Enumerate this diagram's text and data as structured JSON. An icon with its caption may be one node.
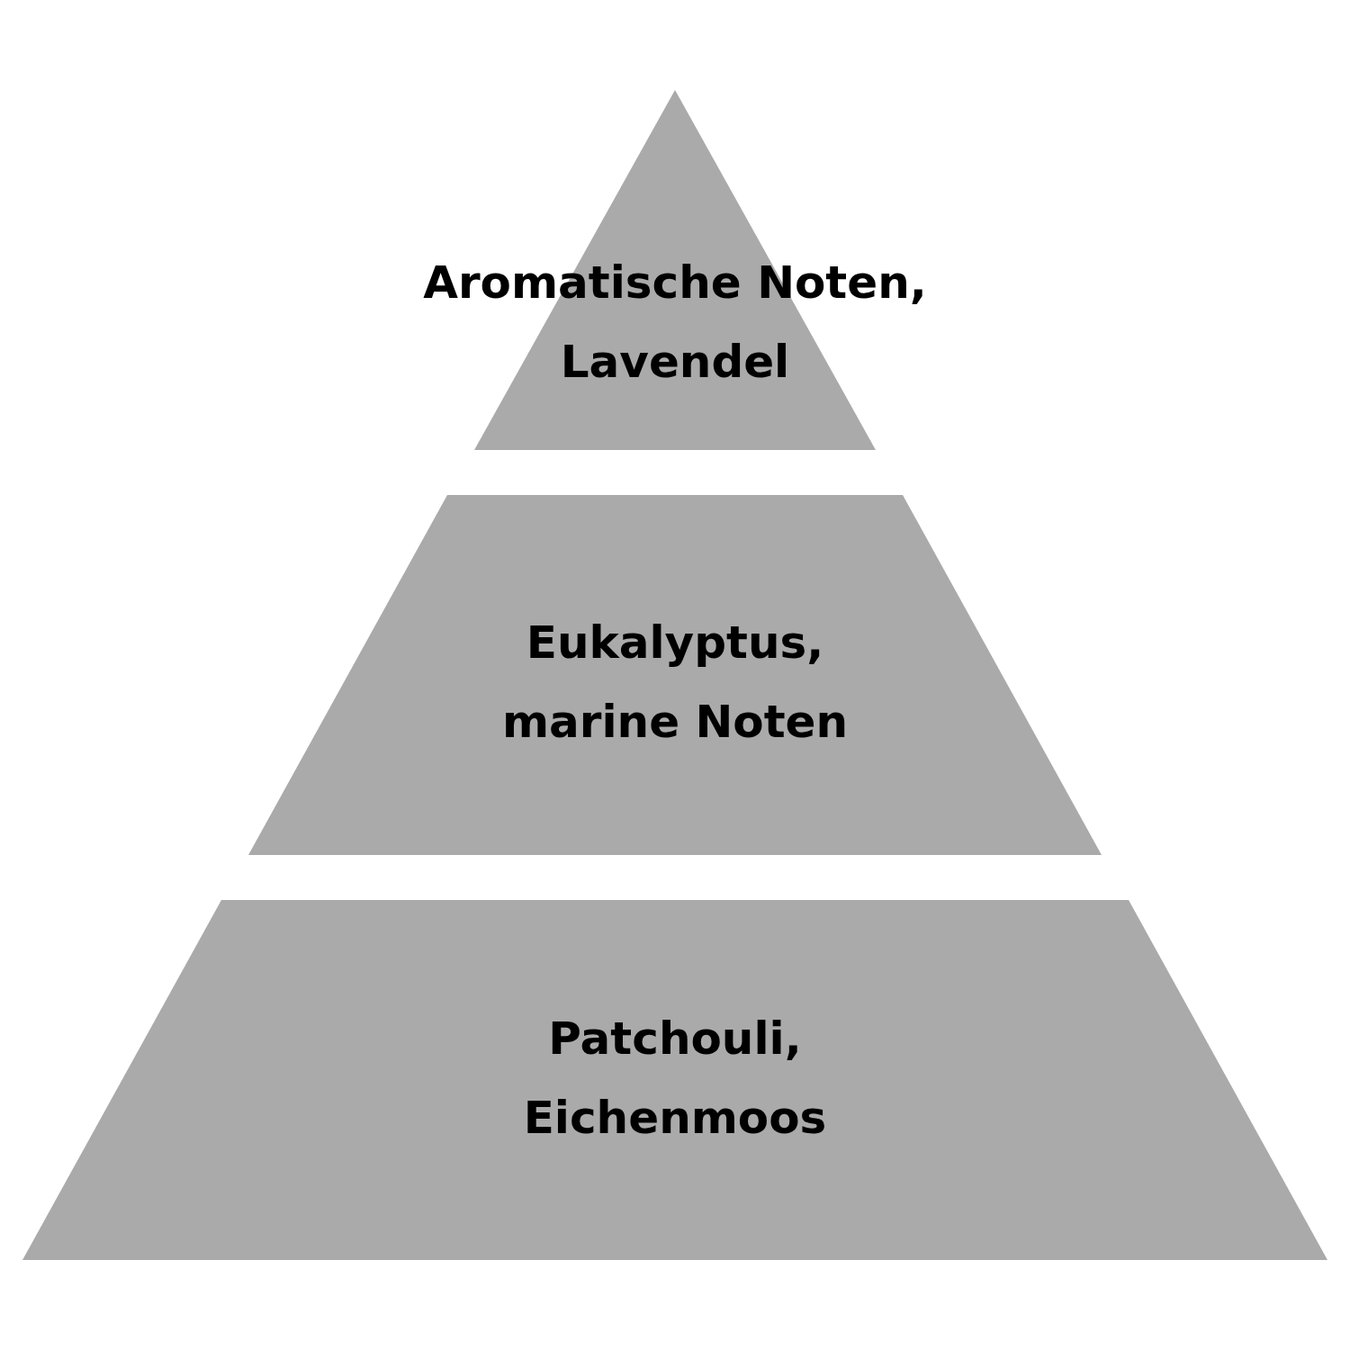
{
  "diagram": {
    "nodes": [
      {
        "text": [
          "Aromatische Noten, Lavendel"
        ]
      },
      {
        "text": [
          "Eukalyptus, marine Noten"
        ]
      },
      {
        "text": [
          "Patchouli, Eichenmoos"
        ]
      }
    ]
  }
}
